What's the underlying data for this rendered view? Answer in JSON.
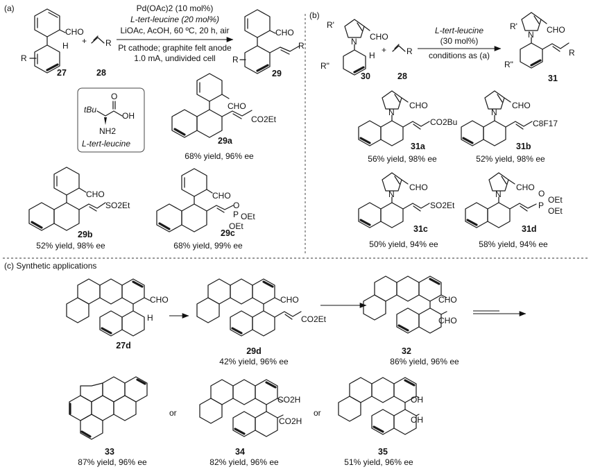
{
  "panels": {
    "a_label": "(a)",
    "b_label": "(b)",
    "c_label": "(c) Synthetic applications"
  },
  "panel_a": {
    "conditions": [
      "Pd(OAc)2 (10 mol%)",
      "L-tert-leucine  (20 mol%)",
      "LiOAc, AcOH, 60 ºC, 20 h, air",
      "Pt cathode; graphite felt anode",
      "1.0 mA, undivided cell"
    ],
    "plus": "+",
    "reactant_1": "27",
    "reactant_2": "28",
    "product": "29",
    "ligand_name": "L-tert-leucine",
    "ligand_tbu": "tBu",
    "ligand_oh": "OH",
    "ligand_o": "O",
    "ligand_nh2": "NH2",
    "products": [
      {
        "id": "29a",
        "substituent": "CO2Et",
        "yield": "68% yield, 96% ee"
      },
      {
        "id": "29b",
        "substituent": "SO2Et",
        "yield": "52% yield, 98% ee"
      },
      {
        "id": "29c",
        "substituent": "P(O)(OEt)2",
        "yield": "68% yield, 99% ee"
      }
    ]
  },
  "panel_b": {
    "conditions": [
      "L-tert-leucine",
      "(30 mol%)",
      "conditions as (a)"
    ],
    "plus": "+",
    "reactant_1": "30",
    "reactant_2": "28",
    "product": "31",
    "products": [
      {
        "id": "31a",
        "substituent": "CO2Bu",
        "yield": "56% yield, 98% ee"
      },
      {
        "id": "31b",
        "substituent": "C8F17",
        "yield": "52% yield, 98% ee"
      },
      {
        "id": "31c",
        "substituent": "SO2Et",
        "yield": "50% yield, 94% ee"
      },
      {
        "id": "31d",
        "substituent": "P(O)(OEt)2",
        "yield": "58% yield, 94% ee"
      }
    ]
  },
  "panel_c": {
    "compounds": [
      {
        "id": "27d",
        "yield": ""
      },
      {
        "id": "29d",
        "yield": "42% yield, 96% ee"
      },
      {
        "id": "32",
        "yield": "86% yield, 96% ee"
      },
      {
        "id": "33",
        "yield": "87% yield, 96% ee"
      },
      {
        "id": "34",
        "yield": "82% yield, 96% ee"
      },
      {
        "id": "35",
        "yield": "51% yield, 96% ee"
      }
    ],
    "or_text": "or"
  },
  "groups": {
    "cho": "CHO",
    "h": "H",
    "r": "R",
    "r_prime": "R'",
    "r_dprime": "R\"",
    "n": "N",
    "co2et": "CO2Et",
    "co2h": "CO2H",
    "oh": "OH",
    "oet": "OEt"
  }
}
